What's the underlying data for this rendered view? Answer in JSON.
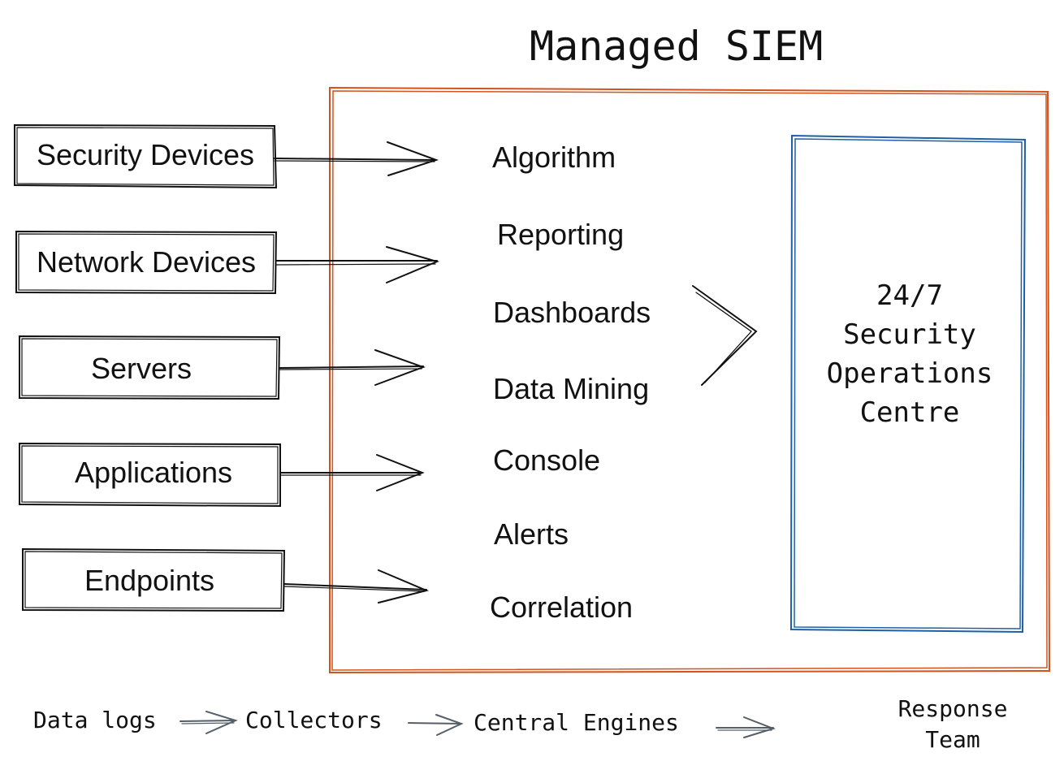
{
  "title": "Managed SIEM",
  "sources": [
    {
      "label": "Security Devices"
    },
    {
      "label": "Network Devices"
    },
    {
      "label": "Servers"
    },
    {
      "label": "Applications"
    },
    {
      "label": "Endpoints"
    }
  ],
  "features": [
    {
      "label": "Algorithm"
    },
    {
      "label": "Reporting"
    },
    {
      "label": "Dashboards"
    },
    {
      "label": "Data Mining"
    },
    {
      "label": "Console"
    },
    {
      "label": "Alerts"
    },
    {
      "label": "Correlation"
    }
  ],
  "soc": {
    "label": "24/7\nSecurity\nOperations\nCentre"
  },
  "legend": {
    "data_logs": "Data logs",
    "collectors": "Collectors",
    "central_engines": "Central Engines",
    "response_team": "Response\nTeam"
  },
  "colors": {
    "siem_box": "#d4521c",
    "soc_box": "#1f5fa6",
    "ink": "#111111",
    "legend_arrow": "#555f69"
  }
}
